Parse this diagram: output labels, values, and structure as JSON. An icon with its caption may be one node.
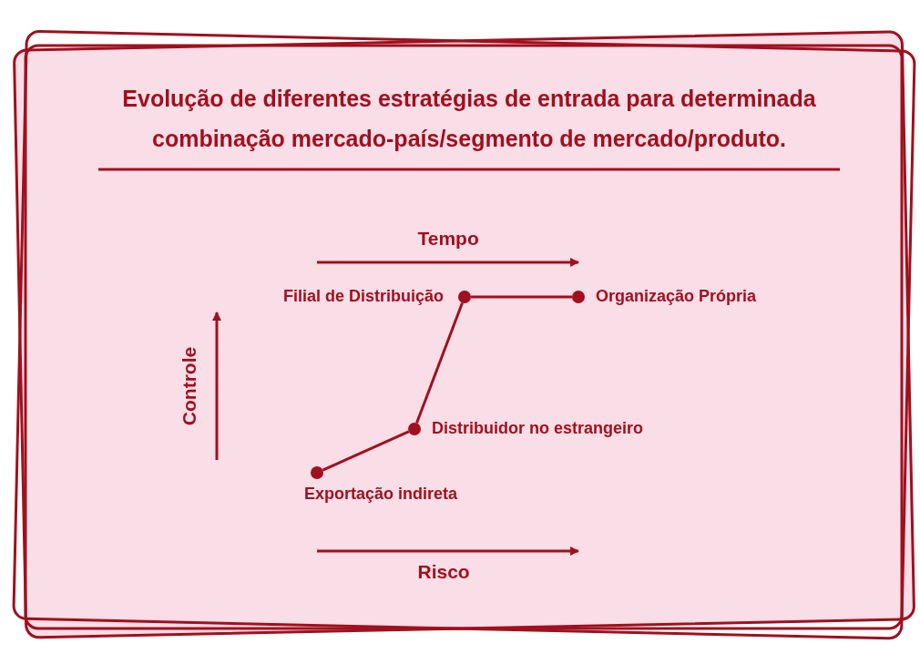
{
  "diagram": {
    "title": "Evolução de diferentes estratégias de entrada para determinada combinação mercado-país/segmento de mercado/produto.",
    "nodes": [
      {
        "text": [],
        "shape": "circle",
        "beside": [
          "Exportação indireta"
        ]
      },
      {
        "text": [],
        "shape": "circle",
        "beside": [
          "Distribuidor no estrangeiro"
        ]
      },
      {
        "text": [],
        "shape": "circle",
        "beside": [
          "Filial de Distribuição"
        ]
      },
      {
        "text": [],
        "shape": "circle",
        "beside": [
          "Organização Própria"
        ]
      }
    ],
    "edges": [
      {
        "from": 0,
        "to": 1,
        "arrow": "none"
      },
      {
        "from": 1,
        "to": 2,
        "arrow": "none"
      },
      {
        "from": 2,
        "to": 3,
        "arrow": "none"
      }
    ],
    "labels": [
      "Tempo",
      "Controle",
      "Risco"
    ]
  }
}
